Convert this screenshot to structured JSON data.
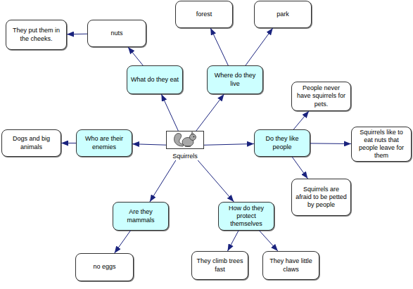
{
  "diagram": {
    "nodes": [
      {
        "text": [
          "forest"
        ]
      },
      {
        "text": [
          "park"
        ]
      },
      {
        "text": [
          "They put them in the cheeks."
        ]
      },
      {
        "text": [
          "nuts"
        ]
      },
      {
        "text": [
          "What do they eat"
        ]
      },
      {
        "text": [
          "Where do they live"
        ]
      },
      {
        "text": [
          "People never have squirrels for pets."
        ]
      },
      {
        "text": [
          "Squirrels like to eat nuts that people leave for them"
        ]
      },
      {
        "text": [
          "Dogs and big animals"
        ]
      },
      {
        "text": [
          "Who are their enemies"
        ]
      },
      {
        "text": [
          "Squirrels"
        ]
      },
      {
        "text": [
          "Do they like people"
        ]
      },
      {
        "text": [
          "Squirrels are afraid to be petted by people"
        ]
      },
      {
        "text": [
          "Are they mammals"
        ]
      },
      {
        "text": [
          "How do they protect themselves"
        ]
      },
      {
        "text": [
          "no eggs"
        ]
      },
      {
        "text": [
          "They climb trees fast"
        ]
      },
      {
        "text": [
          "They have little claws"
        ]
      }
    ],
    "edges": [
      {
        "from": 10,
        "to": 4,
        "arrow": "to"
      },
      {
        "from": 10,
        "to": 5,
        "arrow": "to"
      },
      {
        "from": 10,
        "to": 9,
        "arrow": "to"
      },
      {
        "from": 10,
        "to": 11,
        "arrow": "to"
      },
      {
        "from": 10,
        "to": 13,
        "arrow": "to"
      },
      {
        "from": 10,
        "to": 14,
        "arrow": "to"
      },
      {
        "from": 4,
        "to": 3,
        "arrow": "to"
      },
      {
        "from": 3,
        "to": 2,
        "arrow": "to"
      },
      {
        "from": 5,
        "to": 0,
        "arrow": "to"
      },
      {
        "from": 5,
        "to": 1,
        "arrow": "to"
      },
      {
        "from": 9,
        "to": 8,
        "arrow": "to"
      },
      {
        "from": 11,
        "to": 6,
        "arrow": "to"
      },
      {
        "from": 11,
        "to": 7,
        "arrow": "to"
      },
      {
        "from": 11,
        "to": 12,
        "arrow": "to"
      },
      {
        "from": 13,
        "to": 15,
        "arrow": "to"
      },
      {
        "from": 14,
        "to": 16,
        "arrow": "to"
      },
      {
        "from": 14,
        "to": 17,
        "arrow": "to"
      }
    ]
  }
}
